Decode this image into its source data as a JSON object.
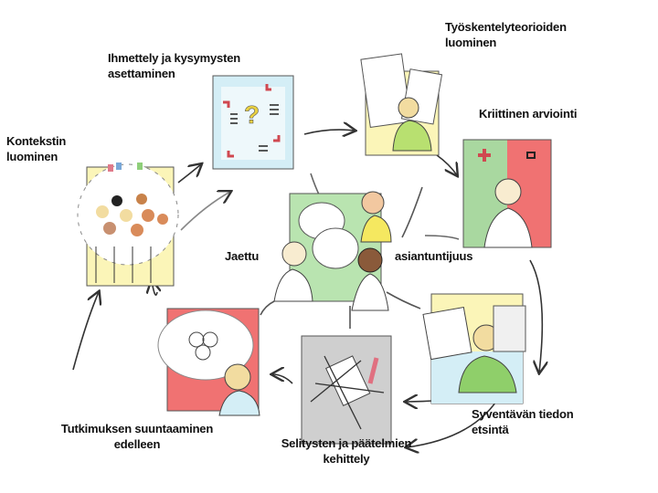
{
  "title": "Progressive inquiry cycle",
  "stages": {
    "context": {
      "line1": "Kontekstin",
      "line2": "luominen"
    },
    "questions": {
      "line1": "Ihmettely ja kysymysten",
      "line2": "asettaminen"
    },
    "theories": {
      "line1": "Työskentelyteorioiden",
      "line2": "luominen"
    },
    "evaluation": {
      "line1": "Kriittinen arviointi"
    },
    "shared_left": "Jaettu",
    "shared_right": "asiantuntijuus",
    "deepening": {
      "line1": "Syventävän tiedon",
      "line2": "etsintä"
    },
    "explanations": {
      "line1": "Selitysten ja päätelmien",
      "line2": "kehittely"
    },
    "direction": {
      "line1": "Tutkimuksen suuntaaminen",
      "line2": "edelleen"
    }
  },
  "colors": {
    "yellow": "#fbf5b8",
    "blue": "#d4eef6",
    "green": "#a9d8a0",
    "red": "#f07272",
    "gray": "#cfcfcf"
  }
}
